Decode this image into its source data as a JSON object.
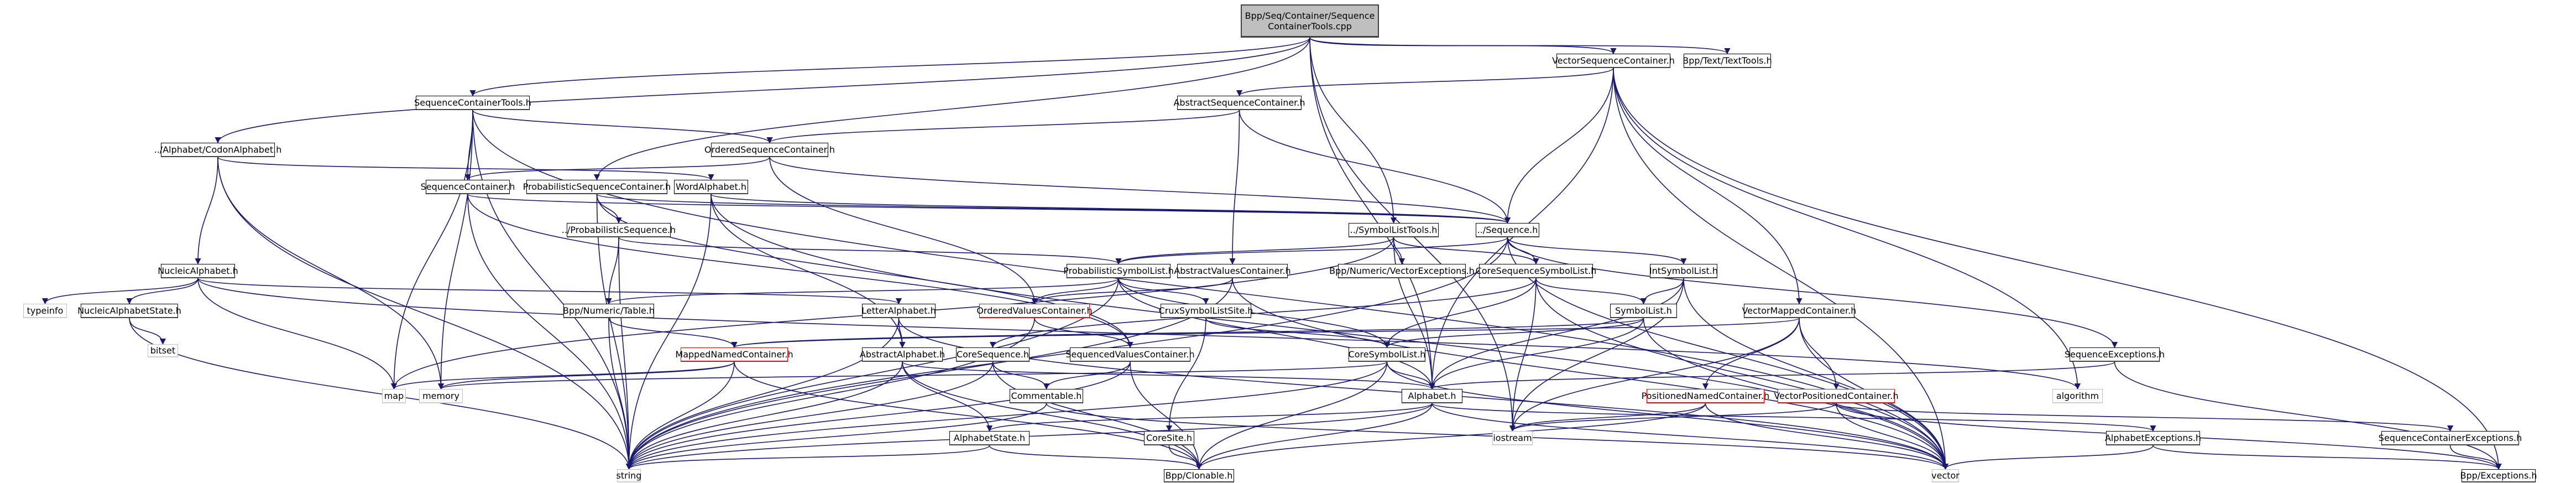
{
  "root": {
    "id": "root",
    "label": "Bpp/Seq/Container/Sequence ContainerTools.cpp"
  },
  "colors": {
    "edge": "#191970",
    "root_fill": "#bfbfbf",
    "truncated_border": "#ff0000",
    "system_border": "#bfbfbf"
  },
  "nodes": [
    {
      "id": "vsc",
      "label": "VectorSequenceContainer.h",
      "kind": "normal"
    },
    {
      "id": "texttools",
      "label": "Bpp/Text/TextTools.h",
      "kind": "normal"
    },
    {
      "id": "sct",
      "label": "SequenceContainerTools.h",
      "kind": "normal"
    },
    {
      "id": "asc",
      "label": "AbstractSequenceContainer.h",
      "kind": "normal"
    },
    {
      "id": "codon",
      "label": "../Alphabet/CodonAlphabet.h",
      "kind": "normal"
    },
    {
      "id": "osc",
      "label": "OrderedSequenceContainer.h",
      "kind": "normal"
    },
    {
      "id": "sc",
      "label": "SequenceContainer.h",
      "kind": "normal"
    },
    {
      "id": "psc",
      "label": "ProbabilisticSequenceContainer.h",
      "kind": "normal"
    },
    {
      "id": "word",
      "label": "WordAlphabet.h",
      "kind": "normal"
    },
    {
      "id": "seq",
      "label": "../Sequence.h",
      "kind": "normal"
    },
    {
      "id": "slt",
      "label": "../SymbolListTools.h",
      "kind": "normal"
    },
    {
      "id": "pseq",
      "label": "../ProbabilisticSequence.h",
      "kind": "normal"
    },
    {
      "id": "nucleic",
      "label": "NucleicAlphabet.h",
      "kind": "normal"
    },
    {
      "id": "psl",
      "label": "ProbabilisticSymbolList.h",
      "kind": "normal"
    },
    {
      "id": "avc",
      "label": "AbstractValuesContainer.h",
      "kind": "normal"
    },
    {
      "id": "vecexc",
      "label": "Bpp/Numeric/VectorExceptions.h",
      "kind": "normal"
    },
    {
      "id": "cssl",
      "label": "CoreSequenceSymbolList.h",
      "kind": "normal"
    },
    {
      "id": "isl",
      "label": "IntSymbolList.h",
      "kind": "normal"
    },
    {
      "id": "typeinfo",
      "label": "typeinfo",
      "kind": "system"
    },
    {
      "id": "nas",
      "label": "NucleicAlphabetState.h",
      "kind": "normal"
    },
    {
      "id": "table",
      "label": "Bpp/Numeric/Table.h",
      "kind": "normal"
    },
    {
      "id": "letter",
      "label": "LetterAlphabet.h",
      "kind": "normal"
    },
    {
      "id": "ovc",
      "label": "OrderedValuesContainer.h",
      "kind": "truncated"
    },
    {
      "id": "crux",
      "label": "CruxSymbolListSite.h",
      "kind": "normal"
    },
    {
      "id": "sl",
      "label": "SymbolList.h",
      "kind": "normal"
    },
    {
      "id": "vmc",
      "label": "VectorMappedContainer.h",
      "kind": "normal"
    },
    {
      "id": "bitset",
      "label": "bitset",
      "kind": "system"
    },
    {
      "id": "mnc",
      "label": "MappedNamedContainer.h",
      "kind": "truncated"
    },
    {
      "id": "aalpha",
      "label": "AbstractAlphabet.h",
      "kind": "normal"
    },
    {
      "id": "coreseq",
      "label": "CoreSequence.h",
      "kind": "normal"
    },
    {
      "id": "svc",
      "label": "SequencedValuesContainer.h",
      "kind": "normal"
    },
    {
      "id": "csl",
      "label": "CoreSymbolList.h",
      "kind": "normal"
    },
    {
      "id": "seqexc",
      "label": "SequenceExceptions.h",
      "kind": "normal"
    },
    {
      "id": "map",
      "label": "map",
      "kind": "system"
    },
    {
      "id": "memory",
      "label": "memory",
      "kind": "system"
    },
    {
      "id": "comment",
      "label": "Commentable.h",
      "kind": "normal"
    },
    {
      "id": "alphabet",
      "label": "Alphabet.h",
      "kind": "normal"
    },
    {
      "id": "pnc",
      "label": "PositionedNamedContainer.h",
      "kind": "truncated"
    },
    {
      "id": "vpc",
      "label": "VectorPositionedContainer.h",
      "kind": "truncated"
    },
    {
      "id": "algorithm",
      "label": "algorithm",
      "kind": "system"
    },
    {
      "id": "astate",
      "label": "AlphabetState.h",
      "kind": "normal"
    },
    {
      "id": "coresite",
      "label": "CoreSite.h",
      "kind": "normal"
    },
    {
      "id": "iostream",
      "label": "iostream",
      "kind": "system"
    },
    {
      "id": "alphexc",
      "label": "AlphabetExceptions.h",
      "kind": "normal"
    },
    {
      "id": "scexc",
      "label": "SequenceContainerExceptions.h",
      "kind": "normal"
    },
    {
      "id": "string",
      "label": "string",
      "kind": "system"
    },
    {
      "id": "clonable",
      "label": "Bpp/Clonable.h",
      "kind": "normal"
    },
    {
      "id": "vector",
      "label": "vector",
      "kind": "system"
    },
    {
      "id": "bppexc",
      "label": "Bpp/Exceptions.h",
      "kind": "normal"
    }
  ],
  "edges": [
    [
      "root",
      "vsc"
    ],
    [
      "root",
      "texttools"
    ],
    [
      "root",
      "sct"
    ],
    [
      "root",
      "codon"
    ],
    [
      "root",
      "psc"
    ],
    [
      "root",
      "slt"
    ],
    [
      "root",
      "iostream"
    ],
    [
      "root",
      "alphabet"
    ],
    [
      "vsc",
      "asc"
    ],
    [
      "vsc",
      "seq"
    ],
    [
      "vsc",
      "vmc"
    ],
    [
      "vsc",
      "vector"
    ],
    [
      "vsc",
      "bppexc"
    ],
    [
      "vsc",
      "algorithm"
    ],
    [
      "vsc",
      "alphabet"
    ],
    [
      "sct",
      "osc"
    ],
    [
      "sct",
      "sc"
    ],
    [
      "sct",
      "map"
    ],
    [
      "sct",
      "memory"
    ],
    [
      "sct",
      "string"
    ],
    [
      "sct",
      "vector"
    ],
    [
      "asc",
      "osc"
    ],
    [
      "asc",
      "avc"
    ],
    [
      "asc",
      "seq"
    ],
    [
      "codon",
      "word"
    ],
    [
      "codon",
      "nucleic"
    ],
    [
      "codon",
      "string"
    ],
    [
      "codon",
      "memory"
    ],
    [
      "osc",
      "sc"
    ],
    [
      "osc",
      "seq"
    ],
    [
      "osc",
      "ovc"
    ],
    [
      "sc",
      "seq"
    ],
    [
      "sc",
      "string"
    ],
    [
      "sc",
      "svc"
    ],
    [
      "psc",
      "pseq"
    ],
    [
      "psc",
      "seq"
    ],
    [
      "psc",
      "string"
    ],
    [
      "psc",
      "svc"
    ],
    [
      "word",
      "seq"
    ],
    [
      "word",
      "aalpha"
    ],
    [
      "word",
      "string"
    ],
    [
      "word",
      "vector"
    ],
    [
      "seq",
      "cssl"
    ],
    [
      "seq",
      "isl"
    ],
    [
      "seq",
      "seqexc"
    ],
    [
      "seq",
      "string"
    ],
    [
      "seq",
      "vector"
    ],
    [
      "seq",
      "psl"
    ],
    [
      "slt",
      "psl"
    ],
    [
      "slt",
      "vecexc"
    ],
    [
      "slt",
      "cssl"
    ],
    [
      "slt",
      "alphabet"
    ],
    [
      "slt",
      "map"
    ],
    [
      "pseq",
      "psl"
    ],
    [
      "pseq",
      "table"
    ],
    [
      "pseq",
      "string"
    ],
    [
      "nucleic",
      "typeinfo"
    ],
    [
      "nucleic",
      "nas"
    ],
    [
      "nucleic",
      "letter"
    ],
    [
      "nucleic",
      "map"
    ],
    [
      "nucleic",
      "algorithm"
    ],
    [
      "psl",
      "ovc"
    ],
    [
      "psl",
      "crux"
    ],
    [
      "psl",
      "csl"
    ],
    [
      "psl",
      "table"
    ],
    [
      "psl",
      "alphabet"
    ],
    [
      "psl",
      "string"
    ],
    [
      "avc",
      "ovc"
    ],
    [
      "avc",
      "vector"
    ],
    [
      "avc",
      "string"
    ],
    [
      "cssl",
      "sl"
    ],
    [
      "cssl",
      "coreseq"
    ],
    [
      "cssl",
      "csl"
    ],
    [
      "cssl",
      "iostream"
    ],
    [
      "cssl",
      "vector"
    ],
    [
      "isl",
      "sl"
    ],
    [
      "isl",
      "alphabet"
    ],
    [
      "isl",
      "vector"
    ],
    [
      "isl",
      "iostream"
    ],
    [
      "nas",
      "bitset"
    ],
    [
      "nas",
      "string"
    ],
    [
      "table",
      "string"
    ],
    [
      "table",
      "mnc"
    ],
    [
      "letter",
      "aalpha"
    ],
    [
      "letter",
      "string"
    ],
    [
      "letter",
      "vector"
    ],
    [
      "ovc",
      "svc"
    ],
    [
      "ovc",
      "string"
    ],
    [
      "crux",
      "csl"
    ],
    [
      "crux",
      "coresite"
    ],
    [
      "sl",
      "csl"
    ],
    [
      "sl",
      "alphabet"
    ],
    [
      "sl",
      "vector"
    ],
    [
      "sl",
      "mnc"
    ],
    [
      "vmc",
      "pnc"
    ],
    [
      "vmc",
      "vpc"
    ],
    [
      "vmc",
      "mnc"
    ],
    [
      "vmc",
      "vector"
    ],
    [
      "vmc",
      "iostream"
    ],
    [
      "mnc",
      "map"
    ],
    [
      "mnc",
      "memory"
    ],
    [
      "mnc",
      "string"
    ],
    [
      "mnc",
      "clonable"
    ],
    [
      "aalpha",
      "alphabet"
    ],
    [
      "aalpha",
      "astate"
    ],
    [
      "aalpha",
      "string"
    ],
    [
      "aalpha",
      "clonable"
    ],
    [
      "coreseq",
      "comment"
    ],
    [
      "coreseq",
      "string"
    ],
    [
      "coreseq",
      "clonable"
    ],
    [
      "svc",
      "comment"
    ],
    [
      "svc",
      "clonable"
    ],
    [
      "svc",
      "string"
    ],
    [
      "csl",
      "alphabet"
    ],
    [
      "csl",
      "string"
    ],
    [
      "csl",
      "vector"
    ],
    [
      "csl",
      "clonable"
    ],
    [
      "csl",
      "memory"
    ],
    [
      "seqexc",
      "alphabet"
    ],
    [
      "seqexc",
      "bppexc"
    ],
    [
      "comment",
      "string"
    ],
    [
      "comment",
      "vector"
    ],
    [
      "alphabet",
      "astate"
    ],
    [
      "alphabet",
      "alphexc"
    ],
    [
      "alphabet",
      "string"
    ],
    [
      "alphabet",
      "clonable"
    ],
    [
      "alphabet",
      "vector"
    ],
    [
      "pnc",
      "iostream"
    ],
    [
      "pnc",
      "vector"
    ],
    [
      "pnc",
      "clonable"
    ],
    [
      "vpc",
      "iostream"
    ],
    [
      "vpc",
      "vector"
    ],
    [
      "vpc",
      "scexc"
    ],
    [
      "vpc",
      "bppexc"
    ],
    [
      "astate",
      "string"
    ],
    [
      "astate",
      "clonable"
    ],
    [
      "coresite",
      "clonable"
    ],
    [
      "alphexc",
      "vector"
    ],
    [
      "alphexc",
      "bppexc"
    ],
    [
      "scexc",
      "bppexc"
    ]
  ]
}
